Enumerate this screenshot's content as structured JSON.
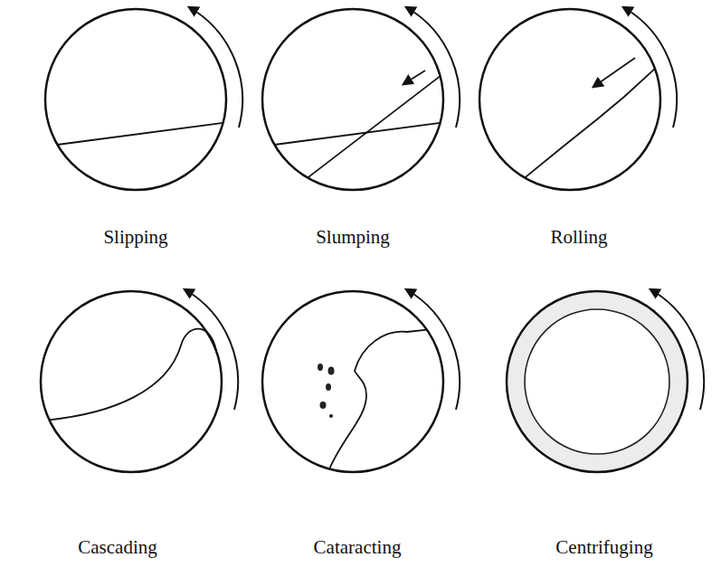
{
  "diagram": {
    "labels": [
      "Slipping",
      "Slumping",
      "Rolling",
      "Cascading",
      "Cataracting",
      "Centrifuging"
    ]
  }
}
